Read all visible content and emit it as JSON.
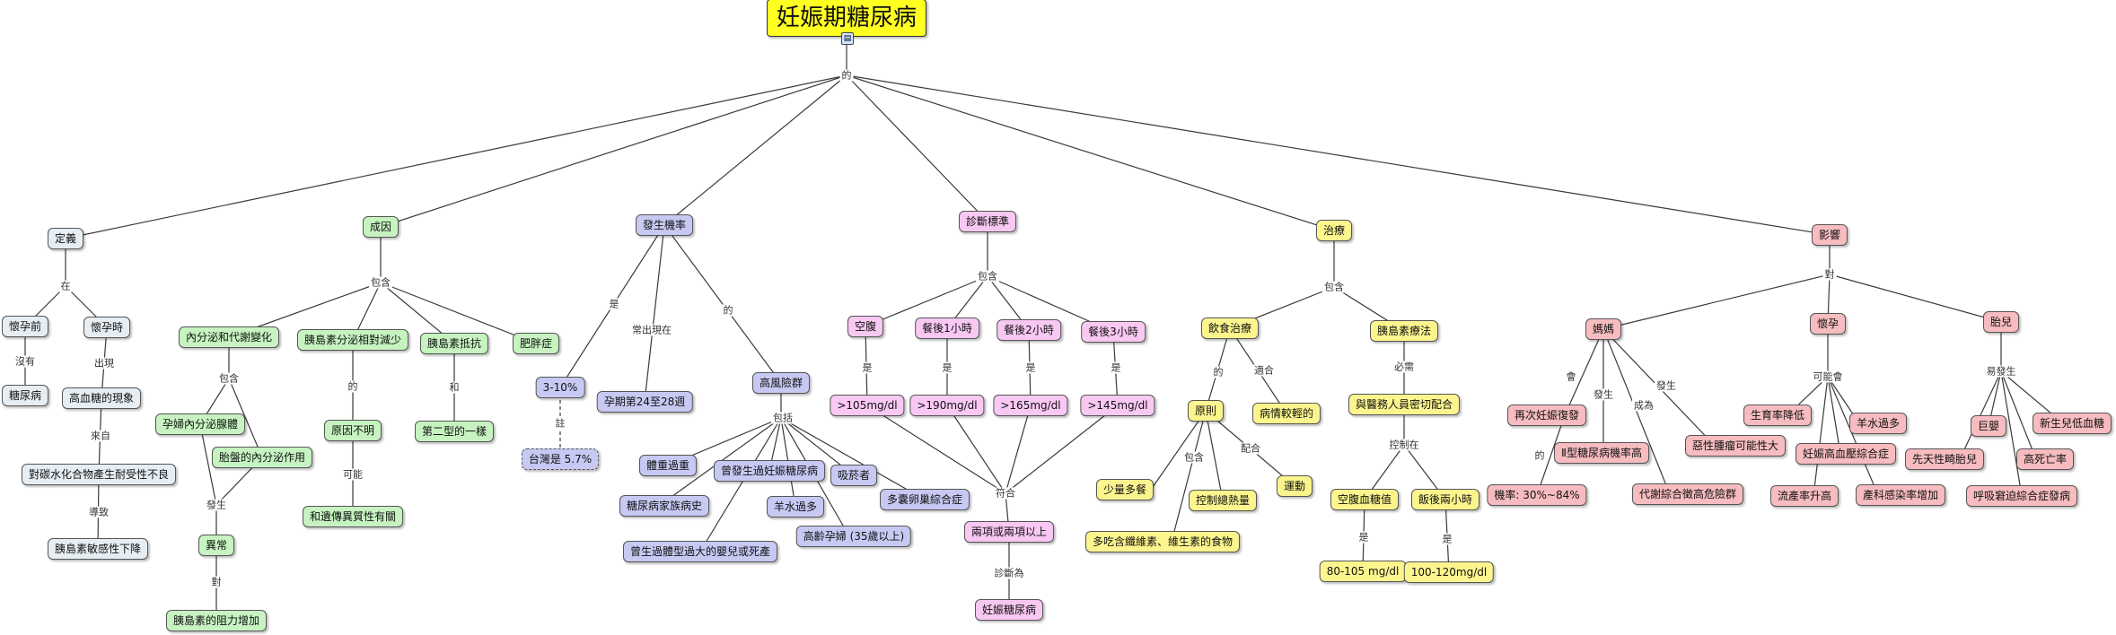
{
  "root": {
    "label": "妊娠期糖尿病",
    "color": "#ffff22"
  },
  "root_link": "的",
  "branches": {
    "definition": {
      "label": "定義",
      "link_in": "在",
      "nodes": {
        "pre_pregnancy": "懷孕前",
        "pre_link": "沒有",
        "diabetes": "糖尿病",
        "during_pregnancy": "懷孕時",
        "during_link": "出現",
        "hyperglycemia": "高血糖的現象",
        "from_link": "來自",
        "carb_intolerance": "對碳水化合物產生耐受性不良",
        "cause_link": "導致",
        "insulin_sensitivity_drop": "胰島素敏感性下降"
      }
    },
    "cause": {
      "label": "成因",
      "link_in": "包含",
      "nodes": {
        "endocrine_metabolic": "內分泌和代謝變化",
        "include_link": "包含",
        "maternal_endocrine": "孕婦內分泌腺體",
        "placental_endocrine": "胎盤的內分泌作用",
        "occur_link": "發生",
        "abnormal": "異常",
        "to_link": "對",
        "insulin_resistance_increase": "胰島素的阻力增加",
        "insulin_secretion_decrease": "胰島素分泌相對減少",
        "of_link": "的",
        "cause_unknown": "原因不明",
        "maybe_link": "可能",
        "genetic_related": "和遺傳異質性有關",
        "insulin_resistance": "胰島素抵抗",
        "and_link": "和",
        "type2_same": "第二型的一樣",
        "obesity": "肥胖症"
      }
    },
    "incidence": {
      "label": "發生機率",
      "link_is": "是",
      "rate": "3-10%",
      "note_link": "註",
      "taiwan": "台灣是 5.7%",
      "link_often": "常出現在",
      "weeks": "孕期第24至28週",
      "link_of": "的",
      "high_risk": "高風險群",
      "include_link": "包括",
      "risk_factors": {
        "overweight": "體重過重",
        "prior_gdm": "曾發生過妊娠糖尿病",
        "smoker": "吸菸者",
        "family_history": "糖尿病家族病史",
        "polyhydramnios": "羊水過多",
        "pcos": "多囊卵巢綜合症",
        "advanced_age": "高齡孕婦 (35歲以上)",
        "macrosomia_history": "曾生過體型過大的嬰兒或死產"
      }
    },
    "diagnosis": {
      "label": "診斷標準",
      "link_in": "包含",
      "items": [
        {
          "name": "空腹",
          "value": "105mg/dl"
        },
        {
          "name": "餐後1小時",
          "value": "190mg/dl"
        },
        {
          "name": "餐後2小時",
          "value": "165mg/dl"
        },
        {
          "name": "餐後3小時",
          "value": "145mg/dl"
        }
      ],
      "value_prefix": ">",
      "is_link": "是",
      "match_link": "符合",
      "two_or_more": "兩項或兩項以上",
      "diagnosed_link": "診斷為",
      "gdm": "妊娠糖尿病"
    },
    "treatment": {
      "label": "治療",
      "link_in": "包含",
      "diet": "飲食治療",
      "of_link": "的",
      "suitable_link": "適合",
      "principle": "原則",
      "mild": "病情較輕的",
      "include_link": "包含",
      "small_meals": "少量多餐",
      "control_calories": "控制總熱量",
      "fiber_food": "多吃含纖維素、維生素的食物",
      "coordinate_link": "配合",
      "exercise": "運動",
      "insulin": "胰島素療法",
      "must_link": "必需",
      "cooperate": "與醫務人員密切配合",
      "control_link": "控制在",
      "fasting_glucose": "空腹血糖值",
      "postmeal_two": "飯後兩小時",
      "is_link": "是",
      "fasting_range": "80-105 mg/dl",
      "postmeal_range": "100-120mg/dl"
    },
    "effects": {
      "label": "影響",
      "link_in": "對",
      "mother": {
        "label": "媽媽",
        "recur_link": "會",
        "recur": "再次妊娠復發",
        "of_link": "的",
        "recur_rate": "機率: 30%~84%",
        "occur_link": "發生",
        "type2_high": "Ⅱ型糖尿病機率高",
        "become_link": "成為",
        "metabolic": "代謝綜合徵高危險群",
        "occur_link2": "發生",
        "malignancy": "惡性腫瘤可能性大"
      },
      "pregnancy": {
        "label": "懷孕",
        "may_link": "可能會",
        "fertility_drop": "生育率降低",
        "polyhydramnios": "羊水過多",
        "preeclampsia": "妊娠高血壓綜合症",
        "miscarriage": "流產率升高",
        "infection": "產科感染率增加"
      },
      "fetus": {
        "label": "胎兒",
        "prone_link": "易發生",
        "macrosomia": "巨嬰",
        "neonatal_hypoglycemia": "新生兒低血糖",
        "malformation": "先天性畸胎兒",
        "high_mortality": "高死亡率",
        "rds": "呼吸窘迫綜合症發病"
      }
    }
  },
  "colors": {
    "definition": "#e6eef4",
    "cause": "#c6f3c0",
    "incidence": "#c7c9f3",
    "diagnosis": "#f8c8f3",
    "treatment": "#fcf58e",
    "effects": "#f6bcbf"
  },
  "expand_icon": "expand-icon"
}
